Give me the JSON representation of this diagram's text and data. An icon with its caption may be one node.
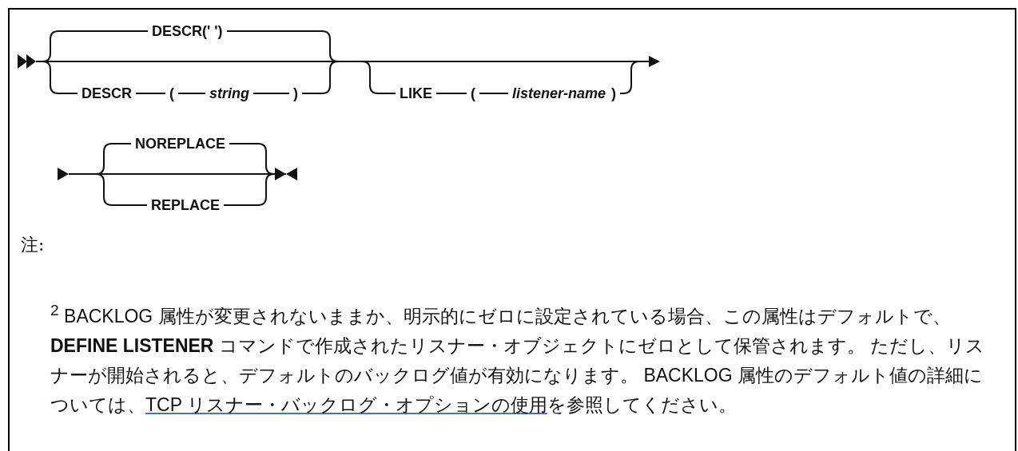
{
  "diagram": {
    "labels": [
      "DESCR(' ')",
      "DESCR",
      "(",
      "string",
      ")",
      "LIKE",
      "(",
      "listener-name",
      ")",
      "NOREPLACE",
      "REPLACE",
      "注:",
      "$^{2}$ BACKLOG 属性が変更されないままか、明示的にゼロに設定されている場合、この属性はデフォルトで、**DEFINE LISTENER** コマンドで作成されたリスナー・オブジェクトにゼロとして保管されます。 ただし、リスナーが開始されると、デフォルトのバックログ値が有効になります。 BACKLOG 属性のデフォルト値の詳細については、",
      "TCP リスナー・バックログ・オプションの使用",
      "を参照してください。"
    ]
  }
}
